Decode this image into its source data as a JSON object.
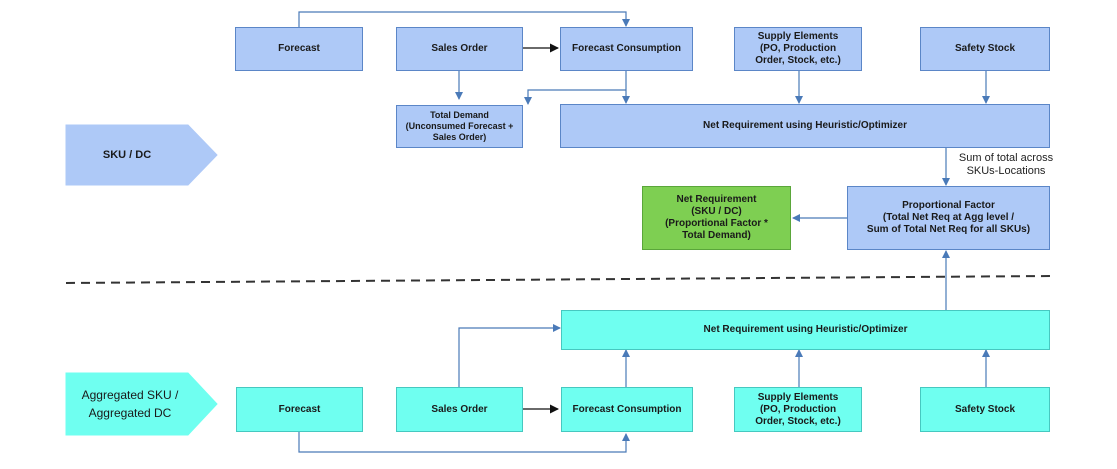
{
  "top": {
    "level_label": "SKU / DC",
    "forecast": "Forecast",
    "sales_order": "Sales Order",
    "forecast_consumption": "Forecast Consumption",
    "supply_elements": "Supply Elements\n(PO, Production\nOrder, Stock, etc.)",
    "safety_stock": "Safety Stock",
    "total_demand": "Total Demand\n(Unconsumed Forecast +\nSales Order)",
    "net_requirement": "Net Requirement using Heuristic/Optimizer",
    "sum_note": "Sum of total across\nSKUs-Locations",
    "proportional_factor": "Proportional Factor\n(Total Net Req at Agg level /\nSum of Total Net Req for all SKUs)",
    "net_req_sku": "Net Requirement\n(SKU / DC)\n(Proportional Factor *\nTotal Demand)"
  },
  "bottom": {
    "level_label": "Aggregated SKU /\nAggregated  DC",
    "forecast": "Forecast",
    "sales_order": "Sales Order",
    "forecast_consumption": "Forecast Consumption",
    "supply_elements": "Supply Elements\n(PO, Production\nOrder, Stock, etc.)",
    "safety_stock": "Safety Stock",
    "net_requirement": "Net Requirement using Heuristic/Optimizer"
  },
  "colors": {
    "top_boxes": "#aec9f7",
    "bottom_boxes": "#6ffff0",
    "result_box": "#7ecf52",
    "connectors": "#4a7ab8",
    "divider": "#333333"
  }
}
